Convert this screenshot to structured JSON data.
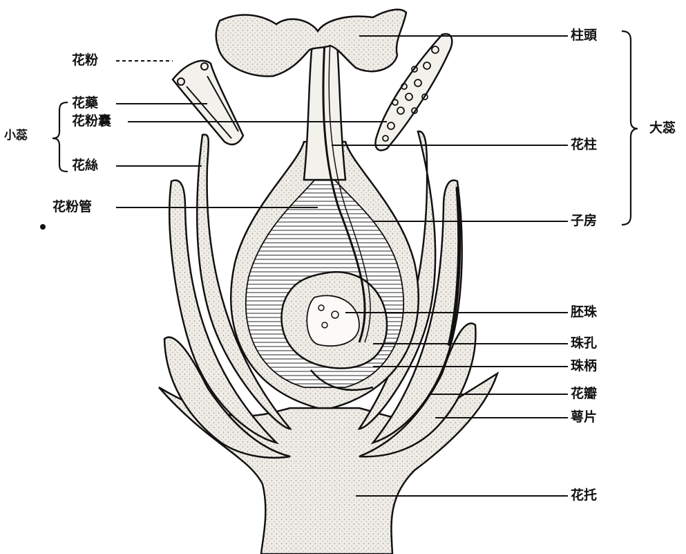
{
  "labels": {
    "pollen": "花粉",
    "anther": "花藥",
    "pollen_sac": "花粉囊",
    "filament": "花絲",
    "pollen_tube": "花粉管",
    "stamen": "小蕊",
    "stigma": "柱頭",
    "style": "花柱",
    "ovary": "子房",
    "pistil": "大蕊",
    "ovule": "胚珠",
    "micropyle": "珠孔",
    "funicle": "珠柄",
    "petal": "花瓣",
    "sepal": "萼片",
    "receptacle": "花托"
  },
  "colors": {
    "ink": "#111111",
    "stipple": "#e9e6e0",
    "hatch": "#777777",
    "paper": "#ffffff"
  }
}
